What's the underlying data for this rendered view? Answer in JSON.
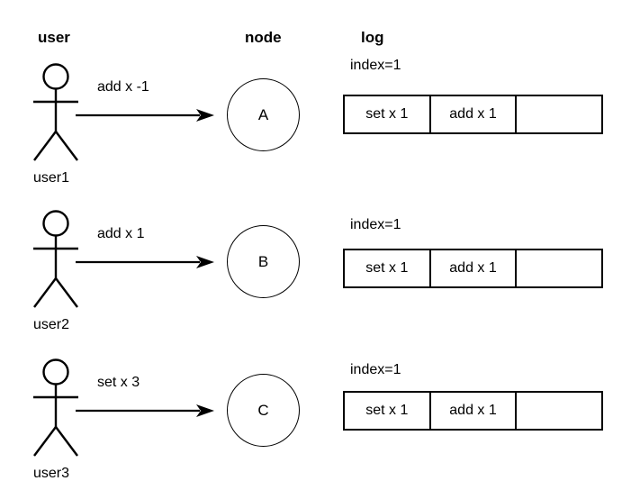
{
  "headers": {
    "user": "user",
    "node": "node",
    "log": "log"
  },
  "colors": {
    "stroke": "#000000",
    "text": "#000000",
    "background": "#ffffff"
  },
  "rows": [
    {
      "actor_name": "user1",
      "actor_icon": "stick-figure-icon",
      "message": "add x -1",
      "node": "A",
      "index_label": "index=1",
      "log_cells": [
        "set x 1",
        "add x 1",
        ""
      ]
    },
    {
      "actor_name": "user2",
      "actor_icon": "stick-figure-icon",
      "message": "add x 1",
      "node": "B",
      "index_label": "index=1",
      "log_cells": [
        "set x 1",
        "add x 1",
        ""
      ]
    },
    {
      "actor_name": "user3",
      "actor_icon": "stick-figure-icon",
      "message": "set x 3",
      "node": "C",
      "index_label": "index=1",
      "log_cells": [
        "set x 1",
        "add x 1",
        ""
      ]
    }
  ]
}
